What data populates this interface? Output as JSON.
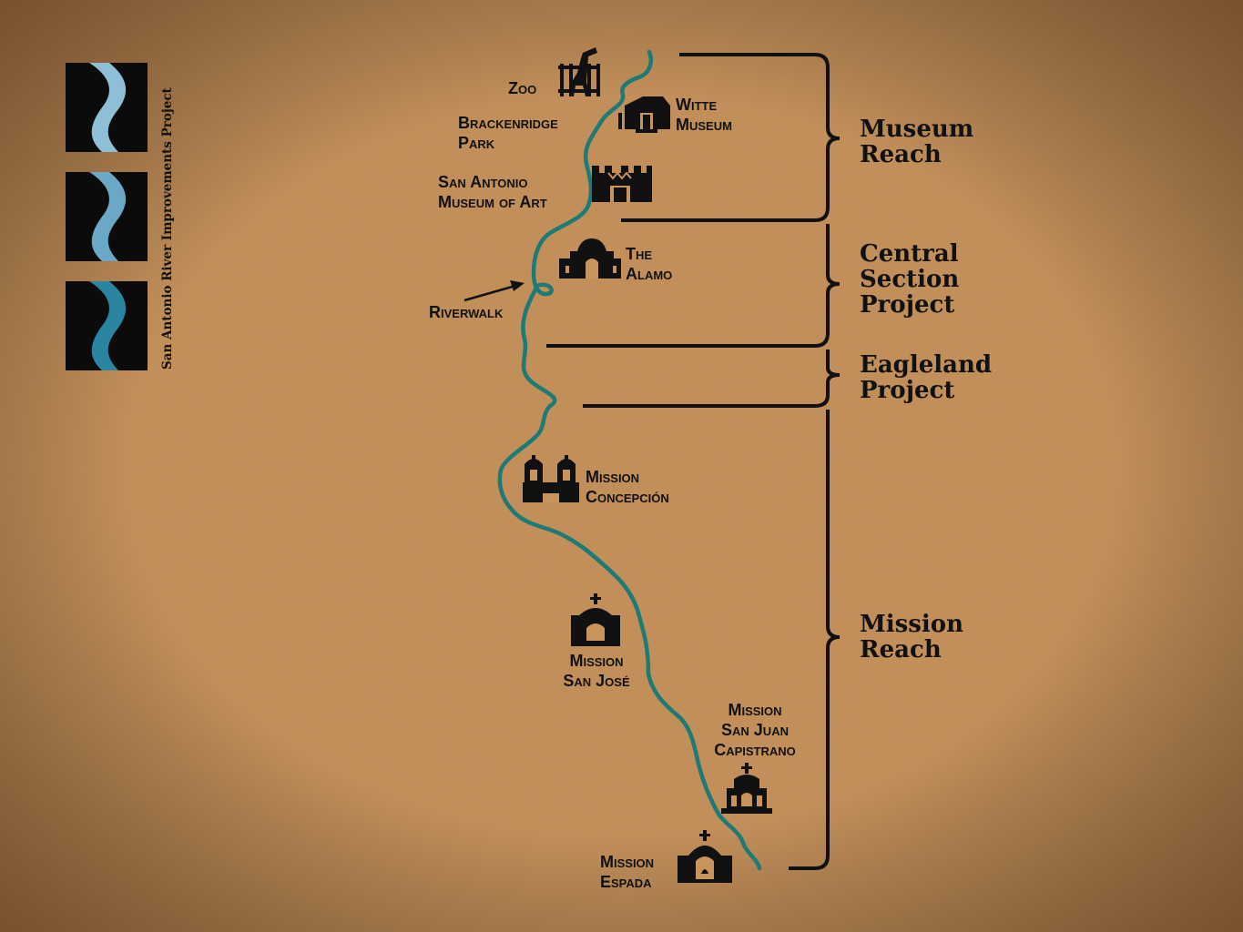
{
  "logo": {
    "title": "San Antonio River Improvements Project",
    "colors": {
      "panel": "#0b0b0b",
      "water_light": "#9cc7dc",
      "water_dark": "#1d7d95"
    }
  },
  "river": {
    "color": "#1e7a74"
  },
  "background": {
    "color": "#c9935c"
  },
  "landmarks": [
    {
      "id": "zoo",
      "lines": [
        "Zoo"
      ],
      "icon": "giraffe-fence-icon"
    },
    {
      "id": "witte",
      "lines": [
        "Witte",
        "Museum"
      ],
      "icon": "museum-building-icon"
    },
    {
      "id": "brackenridge",
      "lines": [
        "Brackenridge",
        "Park"
      ],
      "icon": ""
    },
    {
      "id": "samoa",
      "lines": [
        "San Antonio",
        "Museum of Art"
      ],
      "icon": "castle-icon"
    },
    {
      "id": "alamo",
      "lines": [
        "The",
        "Alamo"
      ],
      "icon": "alamo-icon"
    },
    {
      "id": "riverwalk",
      "lines": [
        "Riverwalk"
      ],
      "icon": "arrow-icon"
    },
    {
      "id": "concepcion",
      "lines": [
        "Mission",
        "Concepción"
      ],
      "icon": "twin-tower-church-icon"
    },
    {
      "id": "sanjose",
      "lines": [
        "Mission",
        "San José"
      ],
      "icon": "domed-church-icon"
    },
    {
      "id": "sanjuan",
      "lines": [
        "Mission",
        "San Juan",
        "Capistrano"
      ],
      "icon": "bell-wall-church-icon"
    },
    {
      "id": "espada",
      "lines": [
        "Mission",
        "Espada"
      ],
      "icon": "bell-chapel-icon"
    }
  ],
  "reaches": [
    {
      "id": "museum",
      "lines": [
        "Museum",
        "Reach"
      ]
    },
    {
      "id": "central",
      "lines": [
        "Central",
        "Section",
        "Project"
      ]
    },
    {
      "id": "eagleland",
      "lines": [
        "Eagleland",
        "Project"
      ]
    },
    {
      "id": "mission",
      "lines": [
        "Mission",
        "Reach"
      ]
    }
  ]
}
